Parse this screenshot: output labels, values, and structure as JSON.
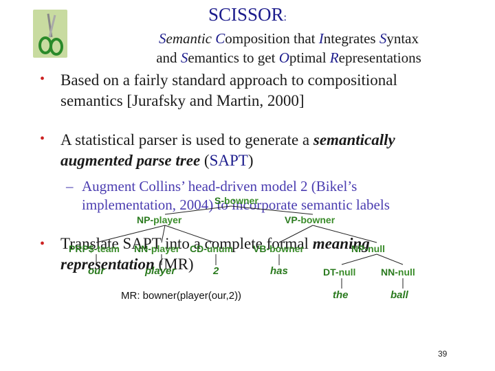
{
  "title": {
    "main": "SCISSOR",
    "colon": ":"
  },
  "subtitle": {
    "line1": [
      {
        "cap": "S",
        "rest": "emantic "
      },
      {
        "cap": "C",
        "rest": "omposition that "
      },
      {
        "cap": "I",
        "rest": "ntegrates "
      },
      {
        "cap": "S",
        "rest": "yntax"
      }
    ],
    "line2_text": "and ",
    "line2": [
      {
        "cap": "S",
        "rest": "emantics to get "
      },
      {
        "cap": "O",
        "rest": "ptimal "
      },
      {
        "cap": "R",
        "rest": "epresentations"
      }
    ]
  },
  "bullets": {
    "b1_line1": "Based on a fairly standard approach to compositional",
    "b1_line2": "semantics [Jurafsky and Martin, 2000]",
    "b2_line1_plain": "A statistical parser is used to generate a ",
    "b2_line1_em": "semantically",
    "b2_line2_em": "augmented parse tree",
    "b2_line2_open": " (",
    "b2_line2_sapt": "SAPT",
    "b2_line2_close": ")",
    "sub_line1": "Augment Collins’ head-driven model 2 (Bikel’s",
    "sub_line2": "implementation, 2004) to incorporate semantic labels",
    "b3_line1_plain": "Translate SAPT into a complete formal ",
    "b3_line1_em": "meaning",
    "b3_line2_em": "representation",
    "b3_line2_plain": " (MR)"
  },
  "tree": {
    "root": {
      "syn": "S",
      "sem": "bowner"
    },
    "np": {
      "syn": "NP",
      "sem": "player"
    },
    "vp": {
      "syn": "VP",
      "sem": "bowner"
    },
    "prp": {
      "syn": "PRP$",
      "sem": "team",
      "word": "our"
    },
    "nn1": {
      "syn": "NN",
      "sem": "player",
      "word": "player"
    },
    "cd": {
      "syn": "CD",
      "sem": "unum",
      "word": "2"
    },
    "vb": {
      "syn": "VB",
      "sem": "bowner",
      "word": "has"
    },
    "np2": {
      "syn": "NP",
      "sem": "null"
    },
    "dt": {
      "syn": "DT",
      "sem": "null",
      "word": "the"
    },
    "nn2": {
      "syn": "NN",
      "sem": "null",
      "word": "ball"
    }
  },
  "mr_text": "MR: bowner(player(our,2))",
  "page_number": "39",
  "colors": {
    "title": "#1c1c8c",
    "bullet": "#cc2222",
    "tree": "#2a7a1e",
    "subbullet": "#4a3cb0"
  }
}
